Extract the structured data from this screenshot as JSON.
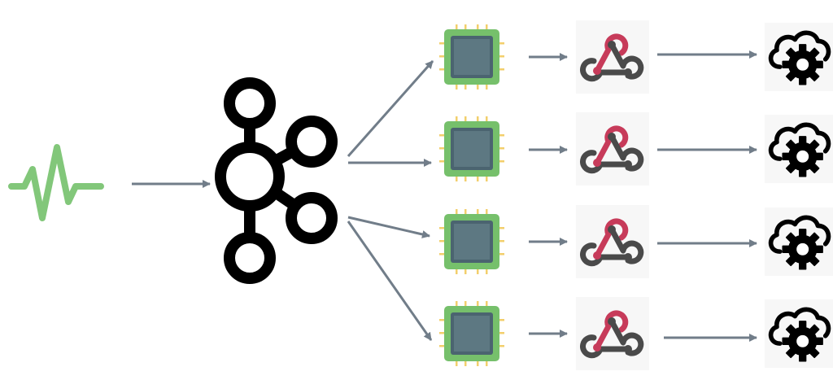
{
  "diagram": {
    "nodes": [
      {
        "id": "signal",
        "icon": "signal-waveform-icon"
      },
      {
        "id": "broker",
        "icon": "kafka-broker-icon"
      },
      {
        "id": "processor-1",
        "icon": "processor-chip-icon"
      },
      {
        "id": "processor-2",
        "icon": "processor-chip-icon"
      },
      {
        "id": "processor-3",
        "icon": "processor-chip-icon"
      },
      {
        "id": "processor-4",
        "icon": "processor-chip-icon"
      },
      {
        "id": "webhook-1",
        "icon": "webhook-icon"
      },
      {
        "id": "webhook-2",
        "icon": "webhook-icon"
      },
      {
        "id": "webhook-3",
        "icon": "webhook-icon"
      },
      {
        "id": "webhook-4",
        "icon": "webhook-icon"
      },
      {
        "id": "cloud-service-1",
        "icon": "cloud-gear-icon"
      },
      {
        "id": "cloud-service-2",
        "icon": "cloud-gear-icon"
      },
      {
        "id": "cloud-service-3",
        "icon": "cloud-gear-icon"
      },
      {
        "id": "cloud-service-4",
        "icon": "cloud-gear-icon"
      }
    ],
    "edges": [
      {
        "from": "signal",
        "to": "broker"
      },
      {
        "from": "broker",
        "to": "processor-1"
      },
      {
        "from": "broker",
        "to": "processor-2"
      },
      {
        "from": "broker",
        "to": "processor-3"
      },
      {
        "from": "broker",
        "to": "processor-4"
      },
      {
        "from": "processor-1",
        "to": "webhook-1"
      },
      {
        "from": "processor-2",
        "to": "webhook-2"
      },
      {
        "from": "processor-3",
        "to": "webhook-3"
      },
      {
        "from": "processor-4",
        "to": "webhook-4"
      },
      {
        "from": "webhook-1",
        "to": "cloud-service-1"
      },
      {
        "from": "webhook-2",
        "to": "cloud-service-2"
      },
      {
        "from": "webhook-3",
        "to": "cloud-service-3"
      },
      {
        "from": "webhook-4",
        "to": "cloud-service-4"
      }
    ]
  },
  "colors": {
    "signal": "#82c77a",
    "broker": "#000000",
    "chip_border": "#76c06b",
    "chip_core": "#4b6470",
    "chip_core_inner": "#5d7882",
    "chip_pins": "#f2cf6c",
    "webhook": "#c73b5a",
    "webhook_dark": "#4a4a4a",
    "arrow": "#717d89",
    "cloud": "#000000",
    "panel": "#f7f7f7"
  }
}
